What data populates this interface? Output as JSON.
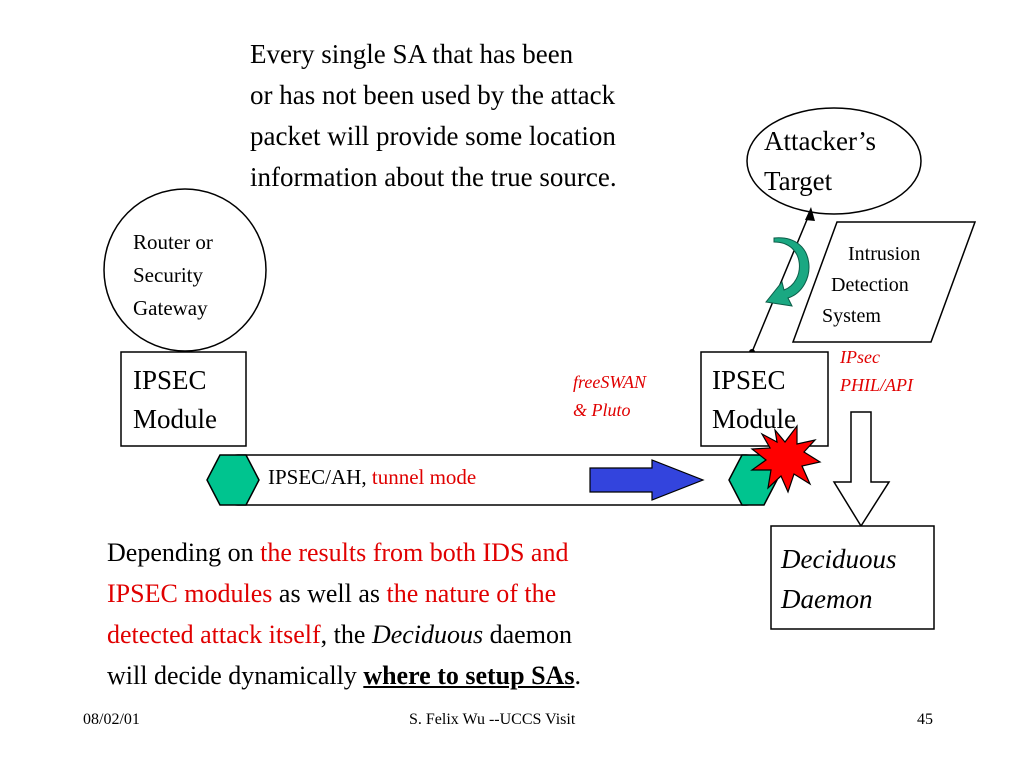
{
  "intro_lines": [
    "Every single SA that has been",
    "or has not been used by the attack",
    "packet will provide some location",
    "information about the true source."
  ],
  "target": {
    "line1": "Attacker’s",
    "line2": "Target"
  },
  "router": {
    "line1": "Router or",
    "line2": "Security",
    "line3": "Gateway"
  },
  "left_module": {
    "line1": "IPSEC",
    "line2": "Module"
  },
  "right_module": {
    "line1": "IPSEC",
    "line2": "Module"
  },
  "ids": {
    "line1": "Intrusion",
    "line2": "Detection",
    "line3": "System"
  },
  "freeswan": {
    "line1": "freeSWAN",
    "line2": "& Pluto"
  },
  "ipsec_api": {
    "line1": "IPsec",
    "line2": "PHIL/API"
  },
  "tunnel": {
    "label": "IPSEC/AH,",
    "mode": "tunnel mode"
  },
  "deciduous_box": {
    "line1": "Deciduous",
    "line2": "Daemon"
  },
  "bottom": {
    "l1_a": "Depending on ",
    "l1_b": "the results from both IDS and",
    "l2_a": "IPSEC modules",
    "l2_b": " as well as ",
    "l2_c": "the nature of the",
    "l3_a": "detected attack itself",
    "l3_b": ", the ",
    "l3_c": "Deciduous",
    "l3_d": " daemon",
    "l4_a": "will decide dynamically ",
    "l4_b": "where to setup SAs",
    "l4_c": "."
  },
  "footer": {
    "date": "08/02/01",
    "center": "S. Felix Wu --UCCS Visit",
    "page": "45"
  },
  "colors": {
    "accent_red": "#e00000",
    "hexagon_green": "#00c48f",
    "arrow_blue": "#3344dd",
    "curl_arrow_green": "#1aa882",
    "burst_red": "#ff0000"
  }
}
